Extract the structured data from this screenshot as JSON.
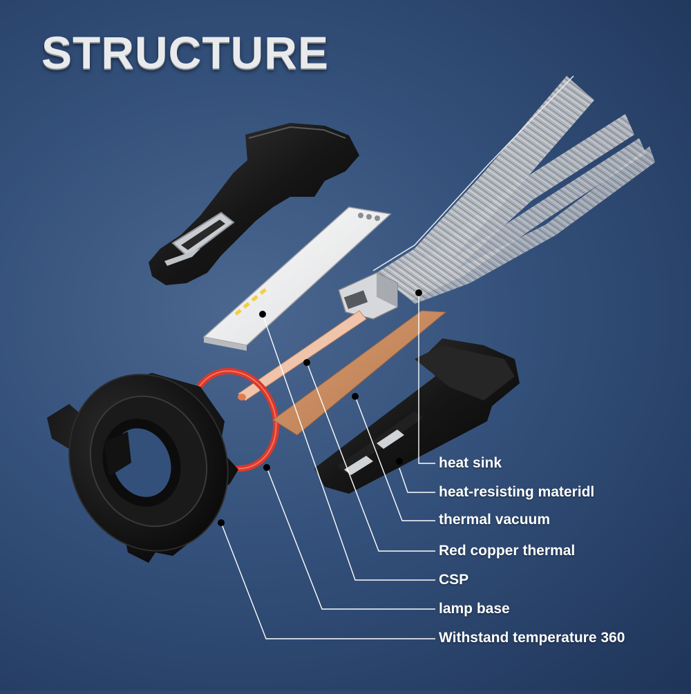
{
  "title": "STRUCTURE",
  "labels": [
    {
      "id": "heat-sink",
      "text": "heat sink"
    },
    {
      "id": "heat-resisting",
      "text": "heat-resisting materidl"
    },
    {
      "id": "thermal-vacuum",
      "text": "thermal  vacuum"
    },
    {
      "id": "red-copper",
      "text": "Red copper thermal"
    },
    {
      "id": "csp",
      "text": "CSP"
    },
    {
      "id": "lamp-base",
      "text": "lamp base"
    },
    {
      "id": "withstand",
      "text": "Withstand temperature 360"
    }
  ],
  "colors": {
    "copper": "#c98a5e",
    "oring": "#d8392c",
    "plastic": "#141414"
  }
}
